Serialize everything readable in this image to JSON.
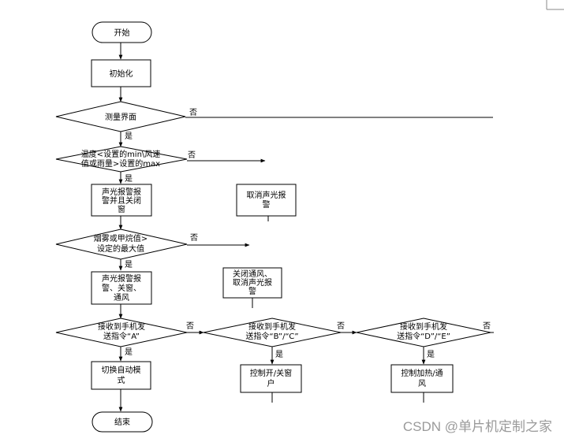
{
  "nodes": {
    "start": "开始",
    "init": "初始化",
    "measure": "测量界面",
    "temp_check": [
      "温度<设置的min\\风速",
      "值或雨量>设置的max"
    ],
    "sound_close": [
      "声光报警报",
      "警并且关闭",
      "窗"
    ],
    "cancel_alarm": [
      "取消声光报",
      "警"
    ],
    "smoke_check": [
      "烟雾或甲烷值>",
      "设定的最大值"
    ],
    "alarm_open": [
      "声光报警报",
      "警、关窗、",
      "通风"
    ],
    "close_vent": [
      "关闭通风、",
      "取消声光报",
      "警"
    ],
    "recv_a": [
      "接收到手机发",
      "送指令“A”"
    ],
    "recv_bc": [
      "接收到手机发",
      "送指令“B”/“C”"
    ],
    "recv_de": [
      "接收到手机发",
      "送指令“D”/“E”"
    ],
    "auto_mode": [
      "切换自动模",
      "式"
    ],
    "window_ctrl": [
      "控制开/关窗",
      "户"
    ],
    "heat_ctrl": [
      "控制加热/通",
      "风"
    ],
    "end": "结束"
  },
  "edge_labels": {
    "yes": "是",
    "no": "否"
  },
  "watermark": "CSDN @单片机定制之家"
}
